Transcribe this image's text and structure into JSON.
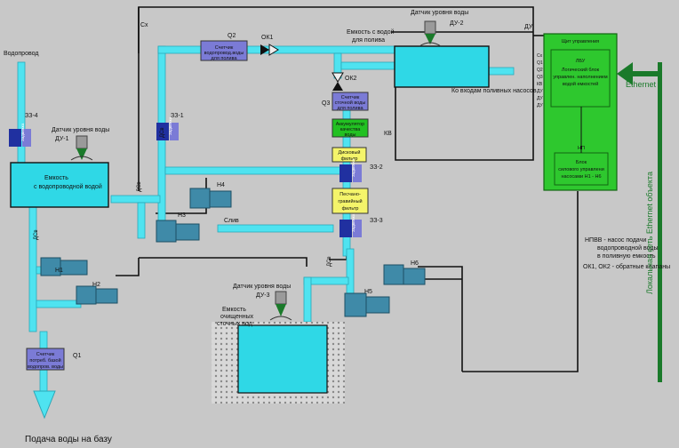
{
  "labels": {
    "vodoprovod": "Водопровод",
    "zz4": "ЗЗ-4",
    "zz1": "ЗЗ-1",
    "zz2": "ЗЗ-2",
    "zz3": "ЗЗ-3",
    "q1": "Q1",
    "q2": "Q2",
    "q3": "Q3",
    "ok1": "ОК1",
    "ok2": "ОК2",
    "cx": "Cx",
    "du": "ДУ",
    "kv": "КВ",
    "slip": "Слив",
    "dsv_top": "ДСв",
    "dsv_left": "ДСв",
    "dsv_mid": "ДСв",
    "dsv_right": "ДСв",
    "n1": "Н1",
    "n2": "Н2",
    "n3": "Н3",
    "n4": "Н4",
    "n5": "Н5",
    "n6": "Н6",
    "sensor1_title": "Датчик уровня воды",
    "sensor1_id": "ДУ-1",
    "sensor2_title": "Датчик уровня воды",
    "sensor2_id": "ДУ-2",
    "sensor3_title": "Датчик уровня воды",
    "sensor3_id": "ДУ-3",
    "tank1_line1": "Емкость",
    "tank1_line2": "с водопроводной водой",
    "tank2_line1": "Емкость с водой",
    "tank2_line2": "для полива",
    "tank3_line1": "Емкость",
    "tank3_line2": "очищенных",
    "tank3_line3": "сточных вод",
    "to_pumps": "Ко входам поливных насосов",
    "meter_q2_l1": "Счетчик",
    "meter_q2_l2": "водопровод.воды",
    "meter_q2_l3": "для полива",
    "meter_q3_l1": "Счетчик",
    "meter_q3_l2": "сточной воды",
    "meter_q3_l3": "для полива",
    "meter_q1_l1": "Счетчик",
    "meter_q1_l2": "потреб. базой",
    "meter_q1_l3": "водопров. воды",
    "valve_small": "Задвижка",
    "accum_l1": "Аккумулятор",
    "accum_l2": "качества",
    "accum_l3": "воды",
    "disk_l1": "Дисковый",
    "disk_l2": "фильтр",
    "sand_l1": "Песчано-",
    "sand_l2": "гравийный",
    "sand_l3": "фильтр",
    "panel_title": "Щит управления",
    "lbu_l1": "ЛБУ",
    "lbu_l2": "Логический блок",
    "lbu_l3": "управлен. наполнением",
    "lbu_l4": "водой емкостей",
    "panel_side": [
      "Сх",
      "Q1",
      "Q2",
      "Q3",
      "КВ",
      "ДУ",
      "ДУ",
      "ДУ"
    ],
    "npu": "НП",
    "block_l1": "Блок",
    "block_l2": "силового управлени",
    "block_l3": "насосами Н1 - Н6",
    "ethernet": "Ethernet",
    "lan": "Локальная сеть Ethernet объекта",
    "legend_l1": "НПВВ - насос подачи",
    "legend_l2": "водопроводной воды",
    "legend_l3": "в поливную емкость",
    "legend_l4": "ОК1, ОК2 - обратные клапаны",
    "supply": "Подача воды на базу"
  },
  "colors": {
    "background": "#c8c8c8",
    "pipe": "#4fe3f0",
    "tank": "#2fd8e6",
    "pump": "#3f8aa8",
    "meter": "#7b7bd6",
    "valve": "#2030a0",
    "panel": "#2ec82e",
    "ethernet": "#1a7a2a",
    "filter_yellow": "#f4f46a",
    "accum_green": "#22c122"
  }
}
